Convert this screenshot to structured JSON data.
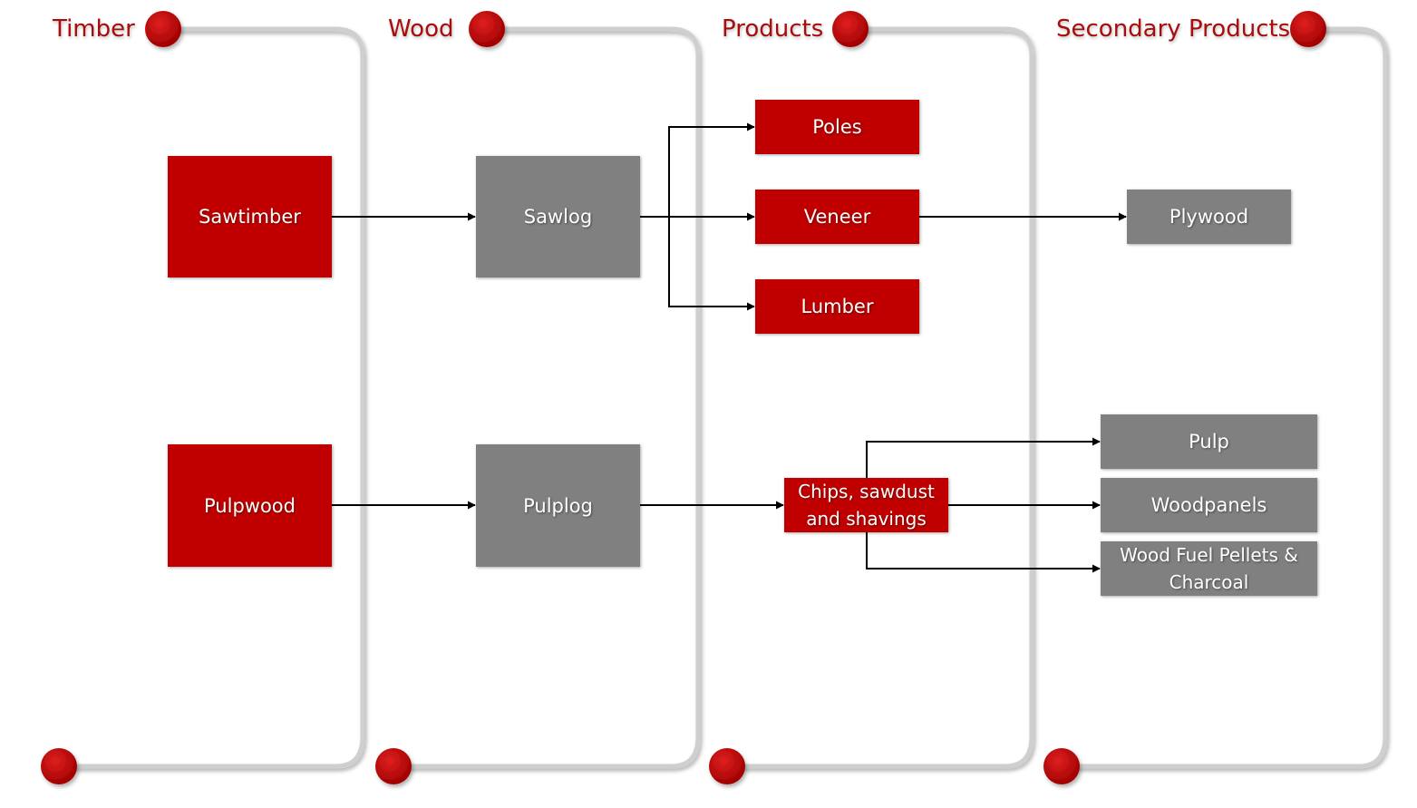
{
  "colors": {
    "accent_red": "#c00000",
    "node_gray": "#808080",
    "header_red": "#a80d0d",
    "bracket": "#cfcfcf"
  },
  "headers": {
    "timber": "Timber",
    "wood": "Wood",
    "products": "Products",
    "secondary": "Secondary Products"
  },
  "nodes": {
    "sawtimber": "Sawtimber",
    "pulpwood": "Pulpwood",
    "sawlog": "Sawlog",
    "pulplog": "Pulplog",
    "poles": "Poles",
    "veneer": "Veneer",
    "lumber": "Lumber",
    "chips": "Chips, sawdust and shavings",
    "plywood": "Plywood",
    "pulp": "Pulp",
    "woodpanels": "Woodpanels",
    "fuel": "Wood Fuel Pellets & Charcoal"
  }
}
